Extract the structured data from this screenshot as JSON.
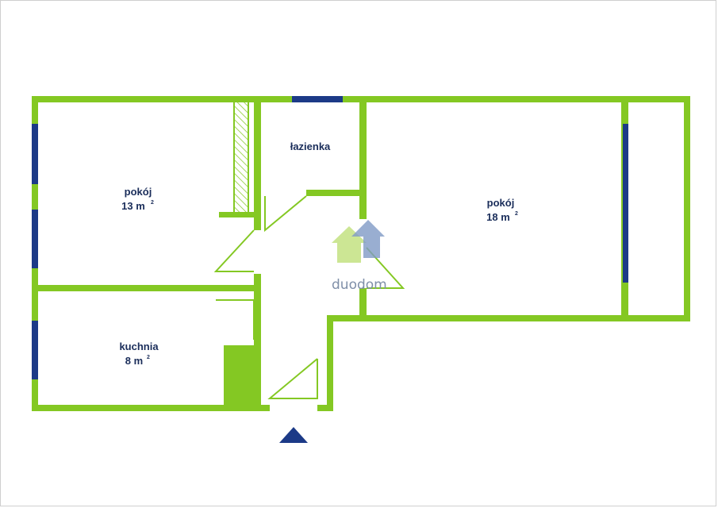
{
  "rooms": {
    "room1": {
      "name": "pokój",
      "area": "13 m",
      "unit_sup": "2"
    },
    "bathroom": {
      "name": "łazienka"
    },
    "room2": {
      "name": "pokój",
      "area": "18 m",
      "unit_sup": "2"
    },
    "kitchen": {
      "name": "kuchnia",
      "area": "8 m",
      "unit_sup": "2"
    }
  },
  "logo": {
    "text": "duodom"
  },
  "colors": {
    "wall": "#84c823",
    "window": "#1c3a87",
    "text": "#1a2d5a"
  }
}
